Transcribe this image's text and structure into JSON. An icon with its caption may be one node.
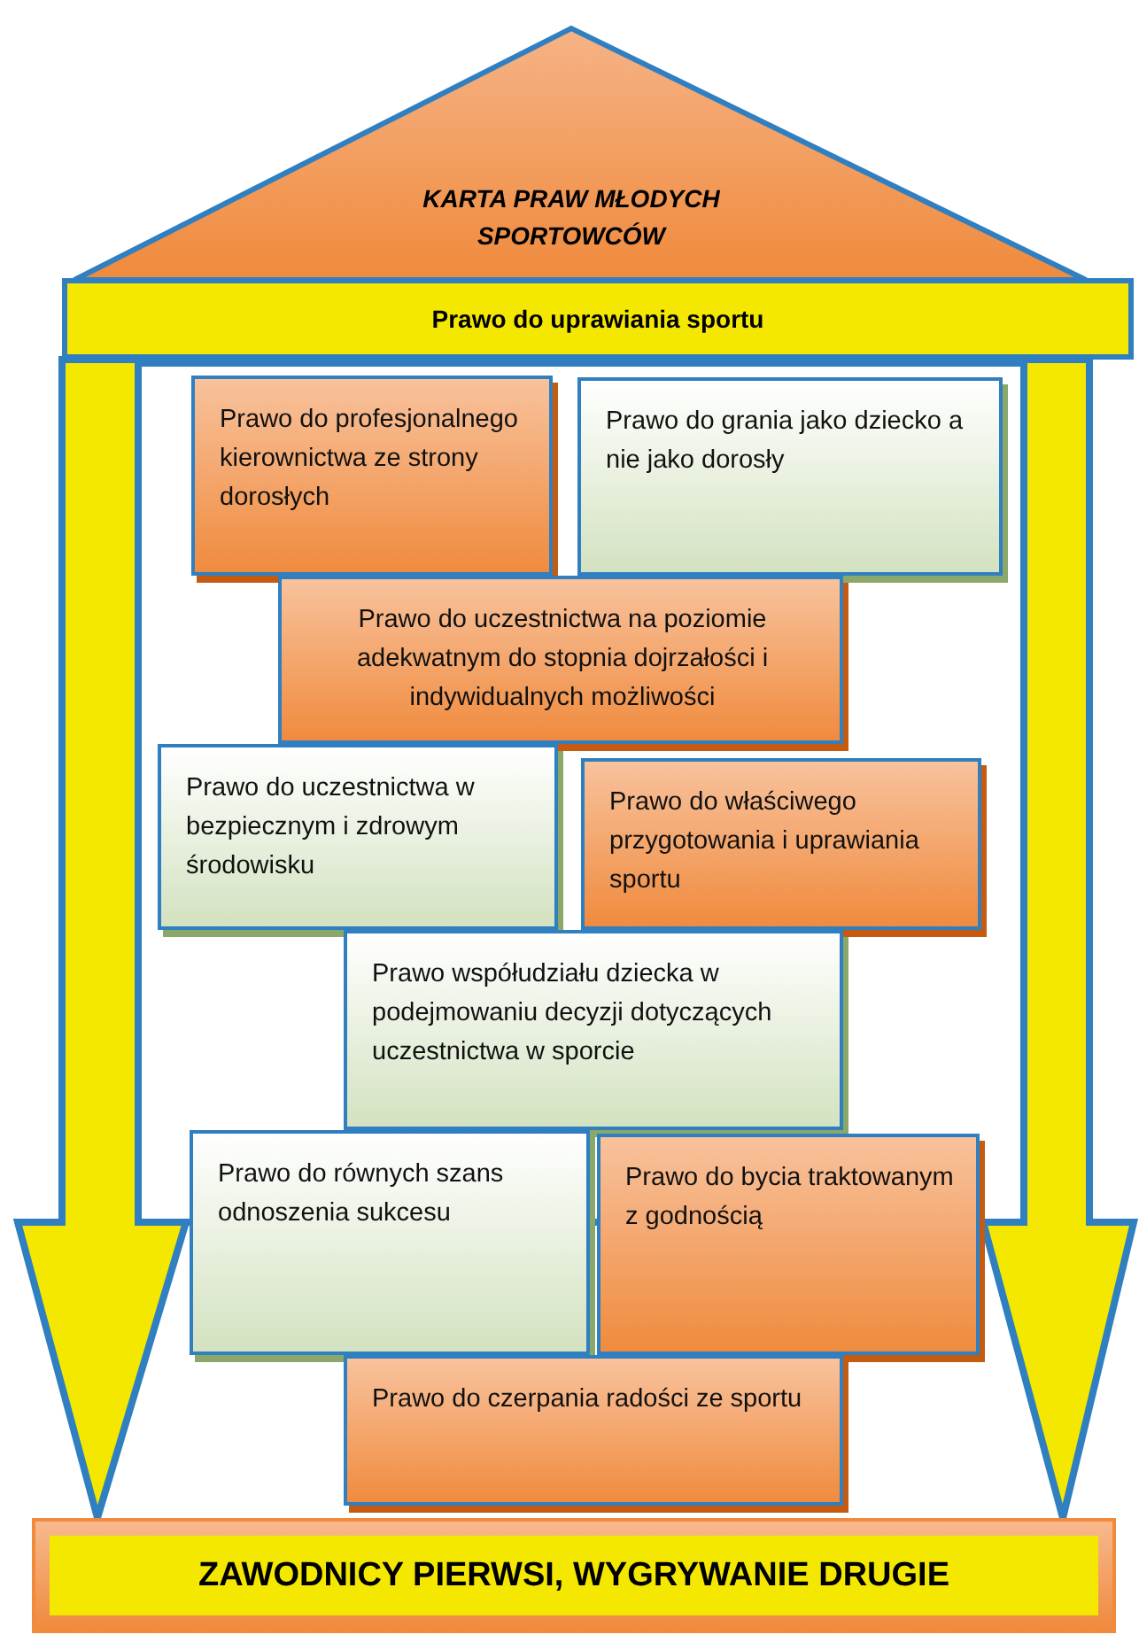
{
  "diagram": {
    "nodes": [
      {
        "text": [
          "KARTA PRAW MŁODYCH SPORTOWCÓW"
        ]
      },
      {
        "text": [
          "Prawo do uprawiania sportu"
        ]
      },
      {
        "text": [
          "Prawo do profesjonalnego kierownictwa ze strony dorosłych"
        ]
      },
      {
        "text": [
          "Prawo do grania jako dziecko a nie jako dorosły"
        ]
      },
      {
        "text": [
          "Prawo do uczestnictwa na poziomie adekwatnym do stopnia dojrzałości i indywidualnych możliwości"
        ]
      },
      {
        "text": [
          "Prawo do uczestnictwa w bezpiecznym i zdrowym środowisku"
        ]
      },
      {
        "text": [
          "Prawo do właściwego przygotowania i uprawiania sportu"
        ]
      },
      {
        "text": [
          "Prawo współudziału dziecka w podejmowaniu decyzji dotyczących uczestnictwa w sporcie"
        ]
      },
      {
        "text": [
          "Prawo do równych szans odnoszenia sukcesu"
        ]
      },
      {
        "text": [
          "Prawo do bycia traktowanym z godnością"
        ]
      },
      {
        "text": [
          "Prawo do czerpania radości ze sportu"
        ]
      },
      {
        "text": [
          "ZAWODNICY PIERWSI, WYGRYWANIE DRUGIE"
        ]
      }
    ],
    "edges": [
      {
        "from": 1,
        "to": 11,
        "arrow": "to"
      },
      {
        "from": 1,
        "to": 11,
        "arrow": "to"
      }
    ]
  }
}
